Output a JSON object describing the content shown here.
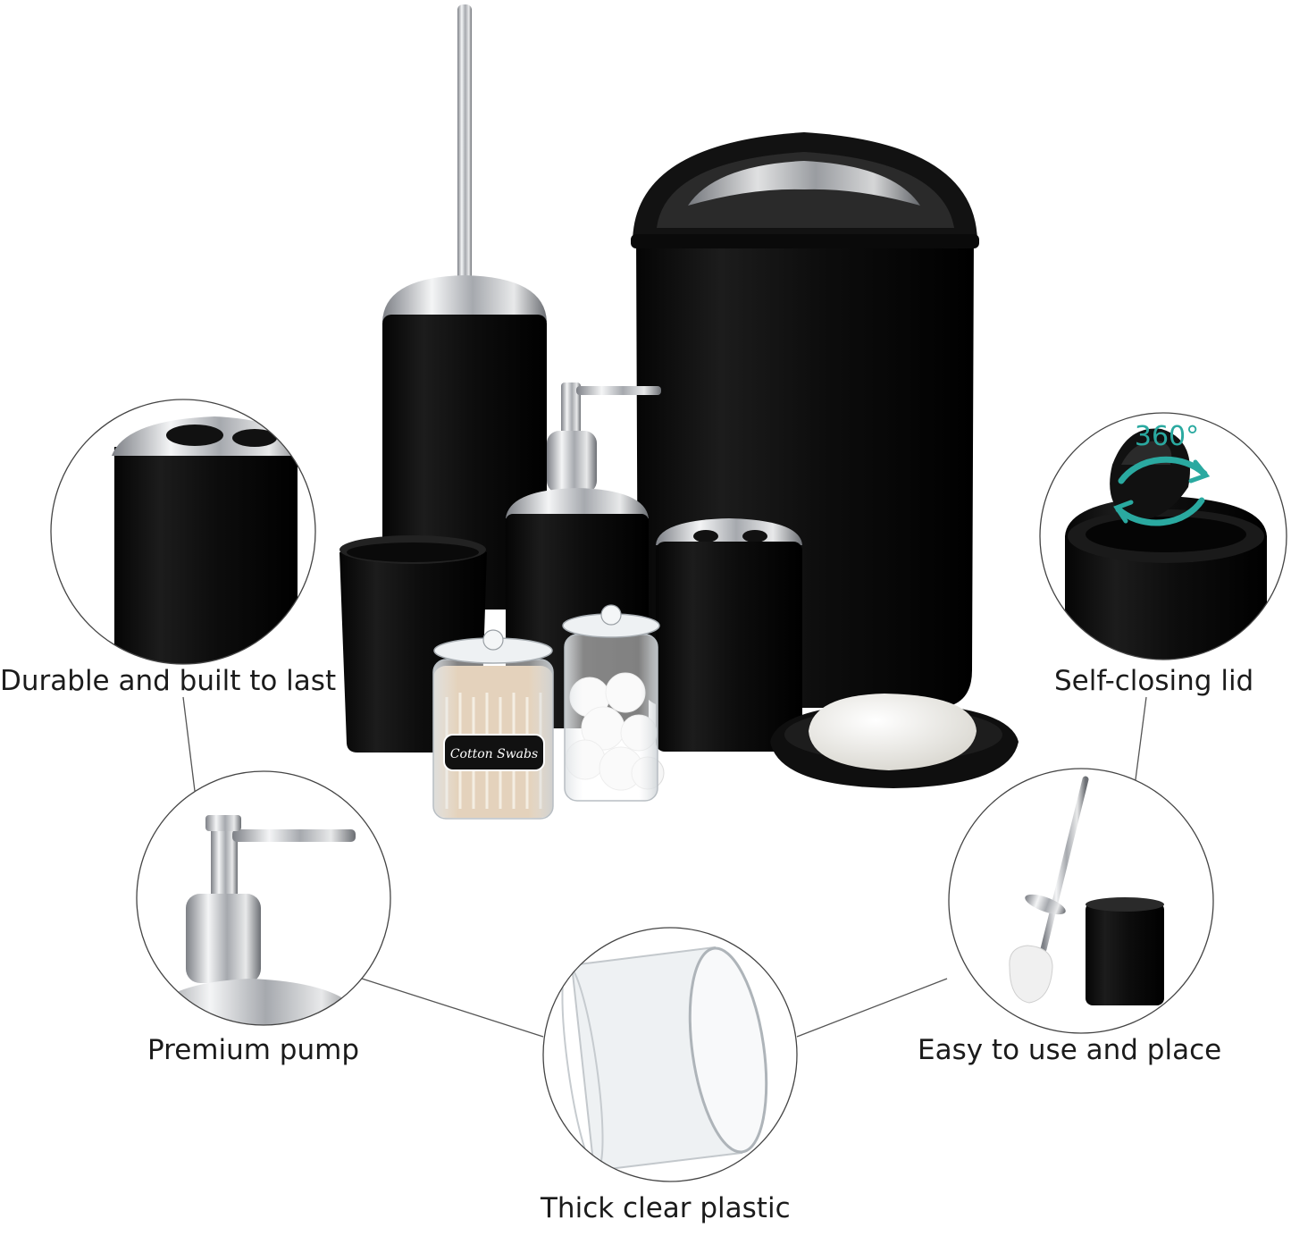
{
  "captions": {
    "durable": "Durable and built to last",
    "self_closing": "Self-closing lid",
    "pump": "Premium pump",
    "easy": "Easy to use and place",
    "thick": "Thick clear plastic"
  },
  "labels": {
    "jar": "Cotton Swabs",
    "rotation": "360°"
  },
  "colors": {
    "product_black": "#111111",
    "chrome": "#c9ccd0",
    "accent_teal": "#2aa9a0",
    "background": "#ffffff"
  }
}
